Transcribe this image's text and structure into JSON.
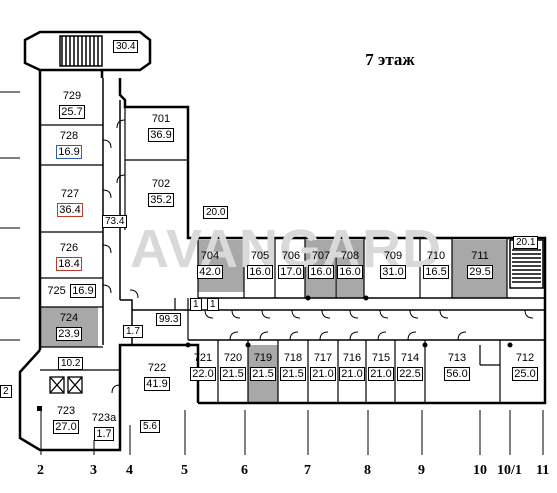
{
  "title": "7 этаж",
  "watermark": "AVANGARD",
  "colors": {
    "grey_room": "#a8a8a8",
    "wall": "#000000",
    "watermark": "#d9d9d9"
  },
  "rooms": [
    {
      "num": "729",
      "area": "25.7"
    },
    {
      "num": "728",
      "area": "16.9"
    },
    {
      "num": "727",
      "area": "36.4"
    },
    {
      "num": "726",
      "area": "18.4"
    },
    {
      "num": "725",
      "area": "16.9"
    },
    {
      "num": "724",
      "area": "23.9"
    },
    {
      "num": "701",
      "area": "36.9"
    },
    {
      "num": "702",
      "area": "35.2"
    },
    {
      "num": "704",
      "area": "42.0"
    },
    {
      "num": "705",
      "area": "16.0"
    },
    {
      "num": "706",
      "area": "17.0"
    },
    {
      "num": "707",
      "area": "16.0"
    },
    {
      "num": "708",
      "area": "16.0"
    },
    {
      "num": "709",
      "area": "31.0"
    },
    {
      "num": "710",
      "area": "16.5"
    },
    {
      "num": "711",
      "area": "29.5"
    },
    {
      "num": "722",
      "area": "41.9"
    },
    {
      "num": "721",
      "area": "22.0"
    },
    {
      "num": "720",
      "area": "21.5"
    },
    {
      "num": "719",
      "area": "21.5"
    },
    {
      "num": "718",
      "area": "21.5"
    },
    {
      "num": "717",
      "area": "21.0"
    },
    {
      "num": "716",
      "area": "21.0"
    },
    {
      "num": "715",
      "area": "21.0"
    },
    {
      "num": "714",
      "area": "22.5"
    },
    {
      "num": "713",
      "area": "56.0"
    },
    {
      "num": "712",
      "area": "25.0"
    },
    {
      "num": "723",
      "area": "27.0"
    },
    {
      "num": "723a",
      "area": "1.7"
    }
  ],
  "tags": {
    "stair_top": "30.4",
    "corr_73": "73.4",
    "corr_20": "20.0",
    "corr_99": "99.3",
    "small_17": "1.7",
    "small_102": "10.2",
    "small_56": "5.6",
    "stair_right": "20.1",
    "one_a": "1",
    "one_b": "1",
    "left_2": "2"
  },
  "axes": [
    "2",
    "3",
    "4",
    "5",
    "6",
    "7",
    "8",
    "9",
    "10",
    "10/1",
    "11"
  ]
}
